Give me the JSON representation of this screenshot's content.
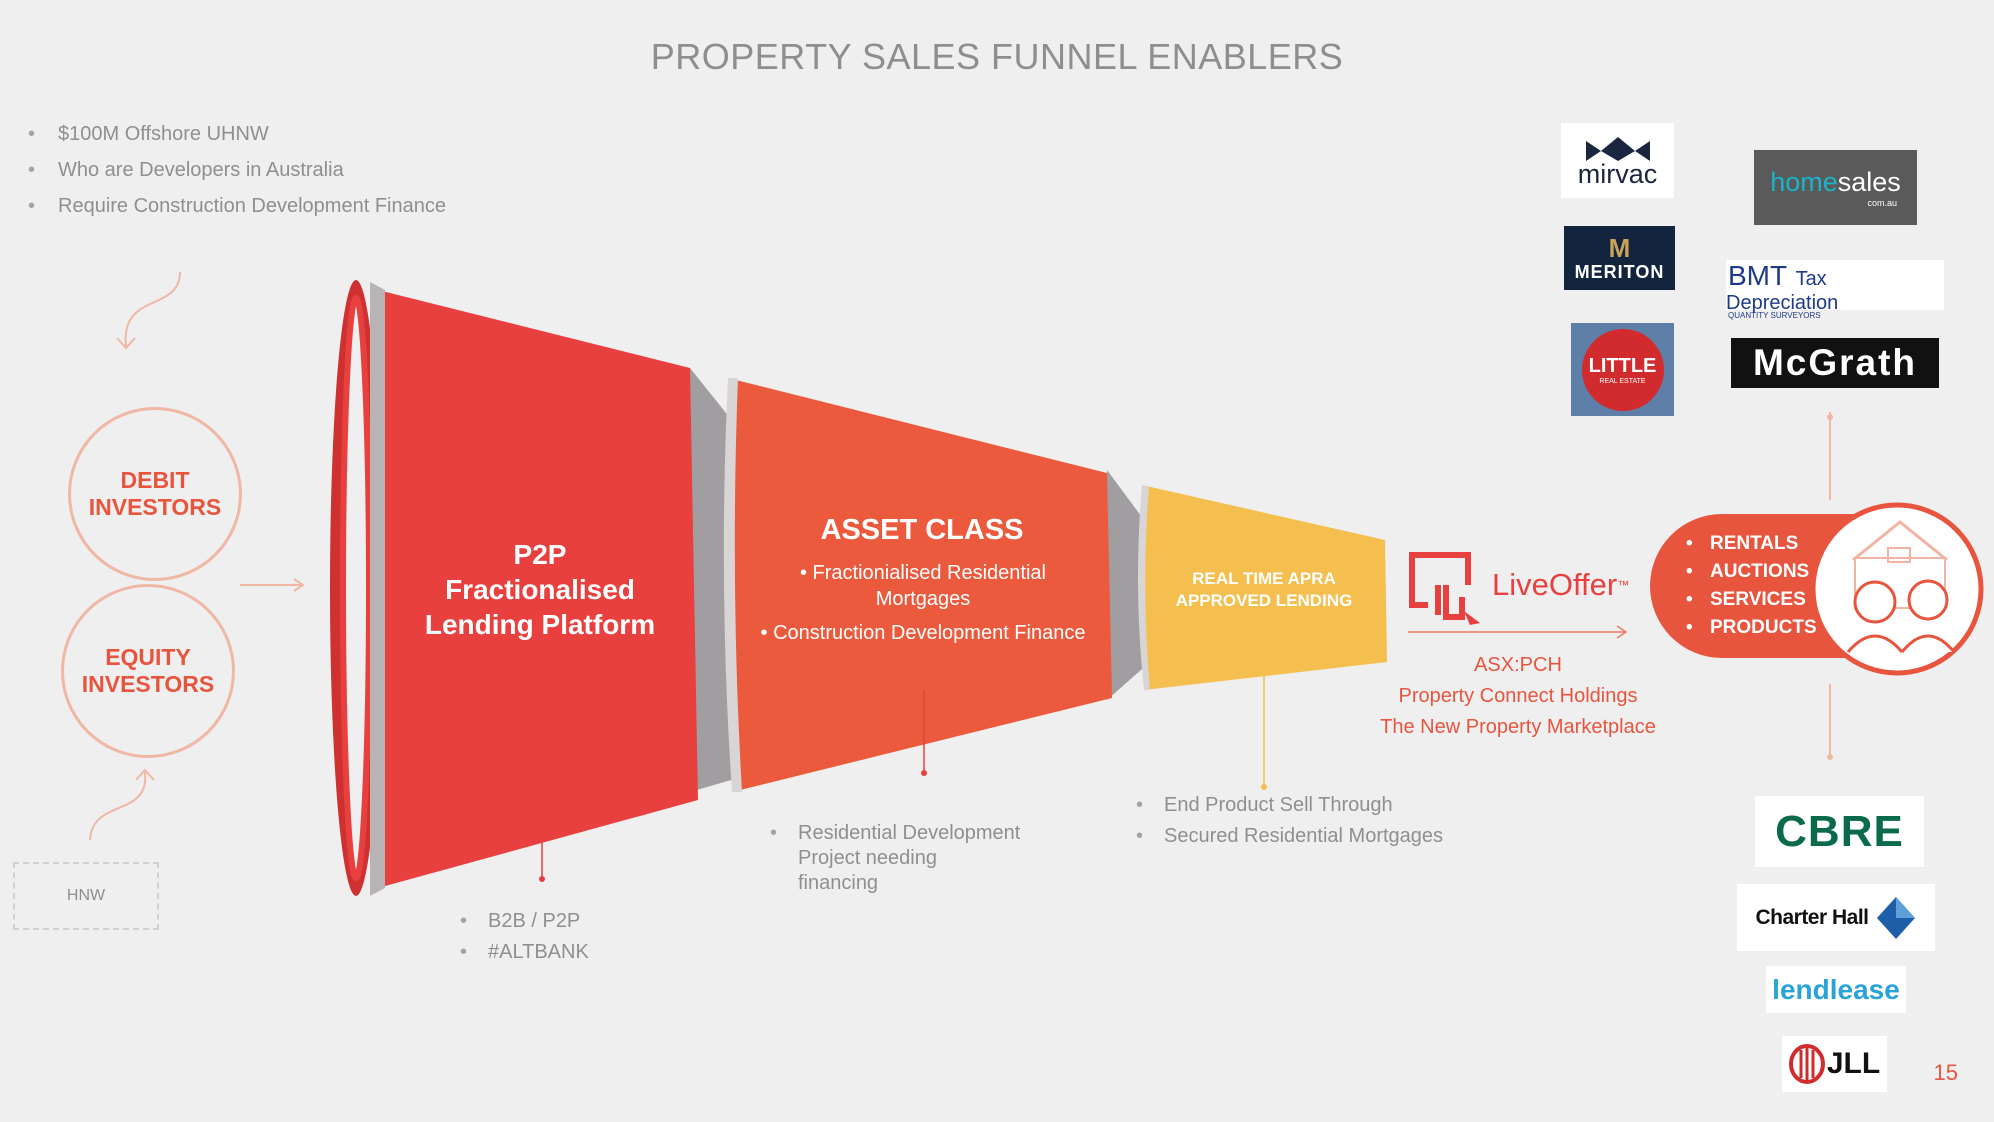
{
  "title": "PROPERTY SALES FUNNEL ENABLERS",
  "top_bullets": [
    "$100M Offshore UHNW",
    "Who are Developers in Australia",
    "Require Construction Development Finance"
  ],
  "investors": {
    "debit": "DEBIT\nINVESTORS",
    "equity": "EQUITY\nINVESTORS",
    "hnw": "HNW"
  },
  "funnel": {
    "stage1": {
      "title": "P2P\nFractionalised\nLending Platform",
      "notes": [
        "B2B / P2P",
        "#ALTBANK"
      ]
    },
    "stage2": {
      "title": "ASSET CLASS",
      "items": [
        "• Fractionialised Residential\nMortgages",
        "• Construction Development Finance"
      ],
      "notes": [
        "Residential Development\nProject needing\nfinancing"
      ]
    },
    "stage3": {
      "title": "REAL TIME APRA\nAPPROVED LENDING",
      "notes": [
        "End Product Sell Through",
        "Secured Residential Mortgages"
      ]
    }
  },
  "liveoffer": {
    "brand": "LiveOffer",
    "tm": "™",
    "lines": [
      "ASX:PCH",
      "Property Connect Holdings",
      "The New Property Marketplace"
    ]
  },
  "services": [
    "RENTALS",
    "AUCTIONS",
    "SERVICES",
    "PRODUCTS"
  ],
  "logos": {
    "mirvac": "mirvac",
    "meriton": "MERITON",
    "little": "LITTLE",
    "little_sub": "REAL ESTATE",
    "homesales_a": "home",
    "homesales_b": "sales",
    "homesales_sub": "com.au",
    "bmt_a": "BMT",
    "bmt_b": "Tax Depreciation",
    "bmt_sub": "QUANTITY SURVEYORS",
    "mcgrath": "McGrath",
    "cbre": "CBRE",
    "charterhall": "Charter Hall",
    "lendlease": "lendlease",
    "jll": "JLL"
  },
  "colors": {
    "red": "#e8403f",
    "orange": "#ec5a3d",
    "yellow": "#f4bf4f",
    "accent": "#e8553e",
    "gray": "#8f8f8f"
  },
  "page_number": "15"
}
